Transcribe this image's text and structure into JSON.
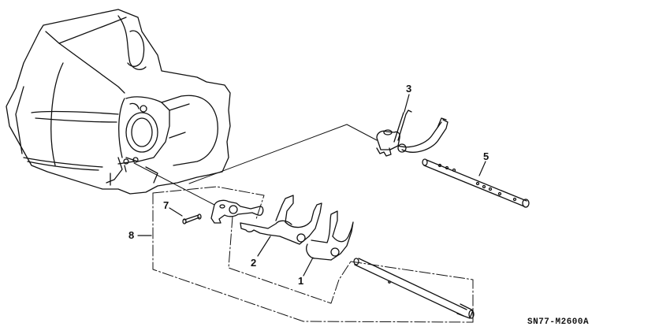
{
  "diagram": {
    "type": "exploded-parts-diagram",
    "subject": "Manual transmission shift fork assembly",
    "reference_code": "SN77-M2600A",
    "line_color": "#111111",
    "background": "#ffffff",
    "callouts": [
      {
        "number": "1",
        "part": "shift fork"
      },
      {
        "number": "2",
        "part": "shift fork"
      },
      {
        "number": "3",
        "part": "shift fork"
      },
      {
        "number": "5",
        "part": "shift fork shaft"
      },
      {
        "number": "7",
        "part": "spring pin"
      },
      {
        "number": "8",
        "part": "shift fork assembly (group)"
      }
    ]
  }
}
